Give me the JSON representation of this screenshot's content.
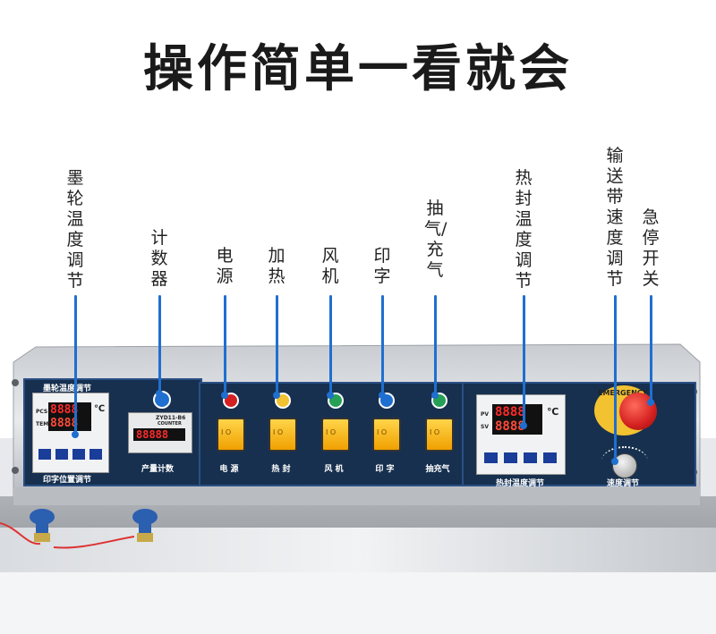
{
  "title": "操作简单一看就会",
  "callouts": {
    "ink_wheel_temp": "墨轮温度调节",
    "counter": "计数器",
    "power": "电源",
    "heating": "加热",
    "fan": "风机",
    "printing": "印字",
    "vacuum_gas": "抽气/充气",
    "seal_temp": "热封温度调节",
    "conveyor_speed": "输送带速度调节",
    "emergency_stop": "急停开关"
  },
  "panel": {
    "left_title": "墨轮温度调节",
    "left_bottom": "印字位置调节",
    "counter_label": "产量计数",
    "counter_model": "ZYD11-B6",
    "counter_sub": "COUNTER",
    "counter_digits": "88888",
    "switches": [
      "电 源",
      "热 封",
      "风 机",
      "印 字",
      "抽充气"
    ],
    "switch_symbol": "I O",
    "seal_label": "热封温度调节",
    "speed_label": "速度调节",
    "emergency_text": "EMERGENCY",
    "temp_digits_top": "8888",
    "temp_digits_bottom": "8888",
    "unit": "℃",
    "pcs": "PCS",
    "temp_tag": "TEMP",
    "pv": "PV",
    "sv": "SV"
  },
  "colors": {
    "callout_line": "#1f6fd0",
    "panel_bg": "#17304f",
    "panel_border": "#2a4f84",
    "switch_yellow": "#ffb800",
    "estop_red": "#d42020",
    "display_red": "#ff2a2a"
  }
}
